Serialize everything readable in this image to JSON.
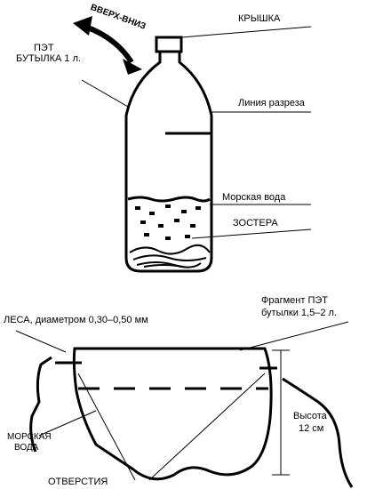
{
  "top_diagram": {
    "arrow_label": "ВВЕРХ-ВНИЗ",
    "cap_label": "КРЫШКА",
    "bottle_label_line1": "ПЭТ",
    "bottle_label_line2": "БУТЫЛКА 1 л.",
    "cut_line_label": "Линия разреза",
    "seawater_label": "Морская вода",
    "zostera_label": "ЗОСТЕРА"
  },
  "bottom_diagram": {
    "fragment_label_line1": "Фрагмент ПЭТ",
    "fragment_label_line2": "бутылки 1,5–2 л.",
    "line_label": "ЛЕСА, диаметром 0,30–0,50 мм",
    "seawater_label_line1": "МОРСКАЯ",
    "seawater_label_line2": "ВОДА",
    "height_label_line1": "Высота",
    "height_label_line2": "12 см",
    "holes_label": "ОТВЕРСТИЯ"
  }
}
